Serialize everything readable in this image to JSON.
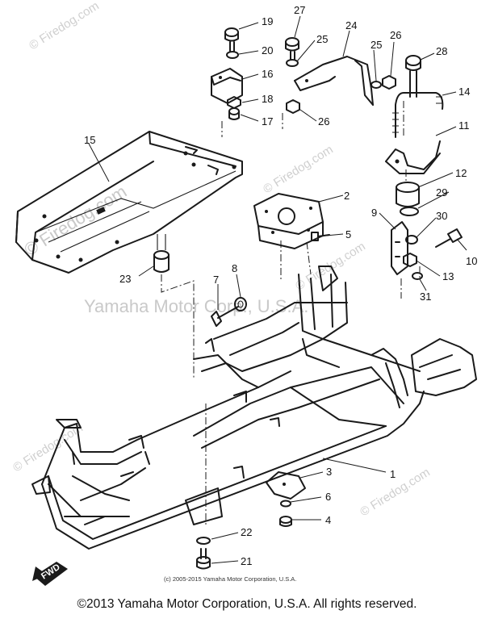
{
  "diagram": {
    "watermark": {
      "main": "Yamaha Motor Corp., U.S.A.",
      "firedog": "© Firedog.com"
    },
    "fwd_label": "FWD",
    "part_numbers": [
      "1",
      "2",
      "3",
      "4",
      "5",
      "6",
      "7",
      "8",
      "9",
      "10",
      "11",
      "12",
      "13",
      "14",
      "15",
      "16",
      "17",
      "18",
      "19",
      "20",
      "21",
      "22",
      "23",
      "24",
      "25",
      "26",
      "26",
      "27",
      "28",
      "29",
      "30",
      "31"
    ],
    "small_copyright": "(c) 2005-2015 Yamaha Motor Corporation, U.S.A.",
    "copyright": "©2013 Yamaha Motor Corporation, U.S.A. All rights reserved."
  }
}
